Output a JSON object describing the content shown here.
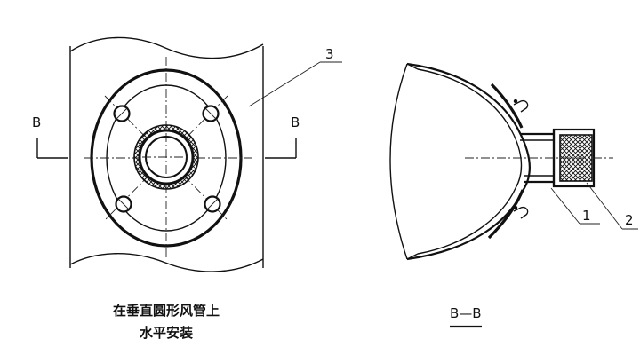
{
  "labels": {
    "part_3": "3",
    "part_1": "1",
    "part_2": "2",
    "section_left": "B",
    "section_right": "B"
  },
  "captions": {
    "left_line1": "在垂直圆形风管上",
    "left_line2": "水平安装",
    "right": "B—B"
  }
}
